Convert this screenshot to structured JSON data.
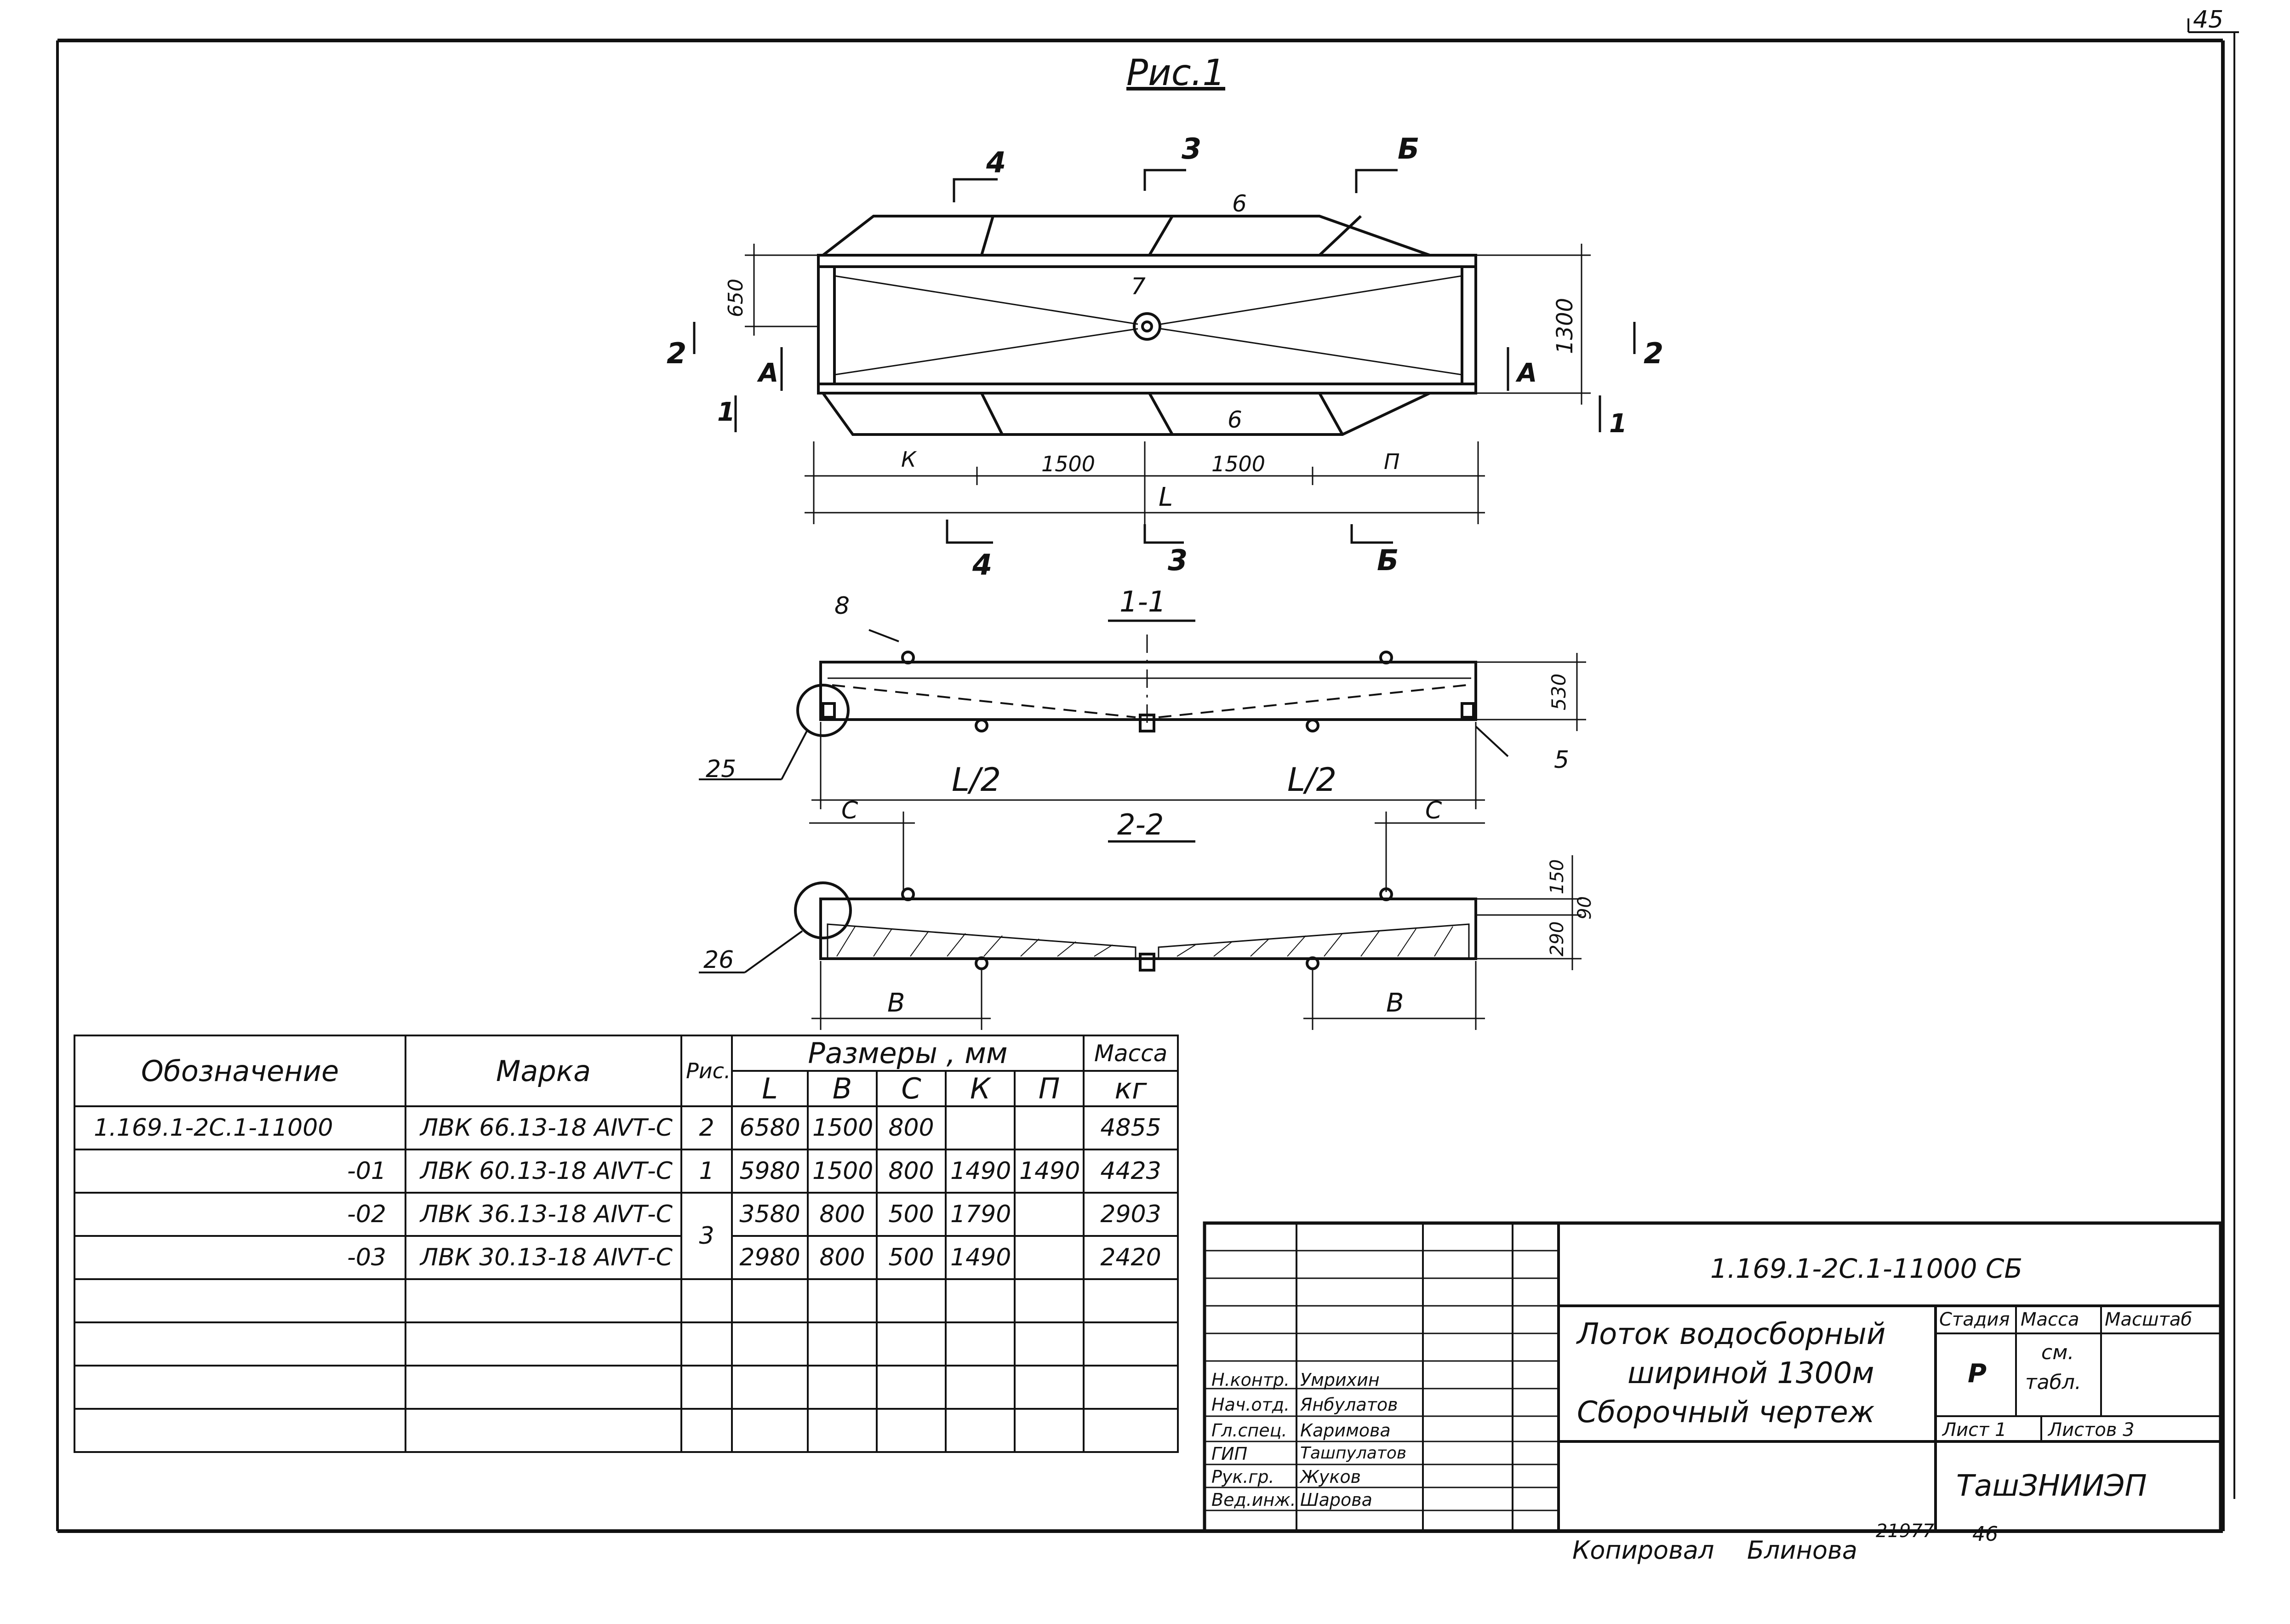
{
  "sheet_number": "45",
  "figure_title": "Рис.1",
  "drawing": {
    "section_marks": {
      "s4": "4",
      "s3": "3",
      "sB": "Б",
      "s2": "2",
      "s1": "1",
      "sA": "А"
    },
    "callouts": {
      "c5": "5",
      "c6": "6",
      "c7": "7",
      "c8": "8",
      "c25": "25",
      "c26": "26"
    },
    "dimensions": {
      "d650": "650",
      "d1300": "1300",
      "dK": "К",
      "d1500a": "1500",
      "d1500b": "1500",
      "dP": "П",
      "dL": "L",
      "d530": "530",
      "dL2a": "L/2",
      "dL2b": "L/2",
      "dC1": "С",
      "dC2": "С",
      "d150": "150",
      "d90": "90",
      "d290": "290",
      "dB1": "В",
      "dB2": "В"
    },
    "section_titles": {
      "s11": "1-1",
      "s22": "2-2"
    }
  },
  "spec_table": {
    "headers": {
      "designation": "Обозначение",
      "mark": "Марка",
      "fig": "Рис.",
      "sizes": "Размеры , мм",
      "mass": "Масса",
      "L": "L",
      "B": "В",
      "C": "С",
      "K": "К",
      "P": "П",
      "kg": "кг"
    },
    "rows": [
      {
        "designation": "1.169.1-2С.1-11000",
        "mark": "ЛВК 66.13-18 АⅣТ-С",
        "fig": "2",
        "L": "6580",
        "B": "1500",
        "C": "800",
        "K": "",
        "P": "",
        "mass": "4855"
      },
      {
        "designation": "-01",
        "mark": "ЛВК 60.13-18 АⅣТ-С",
        "fig": "1",
        "L": "5980",
        "B": "1500",
        "C": "800",
        "K": "1490",
        "P": "1490",
        "mass": "4423"
      },
      {
        "designation": "-02",
        "mark": "ЛВК 36.13-18 АⅣТ-С",
        "fig": "3",
        "L": "3580",
        "B": "800",
        "C": "500",
        "K": "1790",
        "P": "",
        "mass": "2903"
      },
      {
        "designation": "-03",
        "mark": "ЛВК 30.13-18 АⅣТ-С",
        "fig": "",
        "L": "2980",
        "B": "800",
        "C": "500",
        "K": "1490",
        "P": "",
        "mass": "2420"
      }
    ]
  },
  "title_block": {
    "doc_code": "1.169.1-2С.1-11000 СБ",
    "title_line1": "Лоток водосборный",
    "title_line2": "шириной 1300м",
    "title_line3": "Сборочный чертеж",
    "stage_label": "Стадия",
    "mass_label": "Масса",
    "scale_label": "Масштаб",
    "stage_value": "Р",
    "mass_value_1": "см.",
    "mass_value_2": "табл.",
    "sheet_label": "Лист 1",
    "sheets_label": "Листов 3",
    "organization": "ТашЗНИИЭП",
    "staff": [
      {
        "role": "Н.контр.",
        "name": "Умрихин"
      },
      {
        "role": "Нач.отд.",
        "name": "Янбулатов"
      },
      {
        "role": "Гл.спец.",
        "name": "Каримова"
      },
      {
        "role": "ГИП",
        "name": "Ташпулатов"
      },
      {
        "role": "Рук.гр.",
        "name": "Жуков"
      },
      {
        "role": "Вед.инж.",
        "name": "Шарова"
      }
    ]
  },
  "footer": {
    "copied_label": "Копировал",
    "copied_name": "Блинова",
    "order_number": "21977",
    "format": "46"
  }
}
